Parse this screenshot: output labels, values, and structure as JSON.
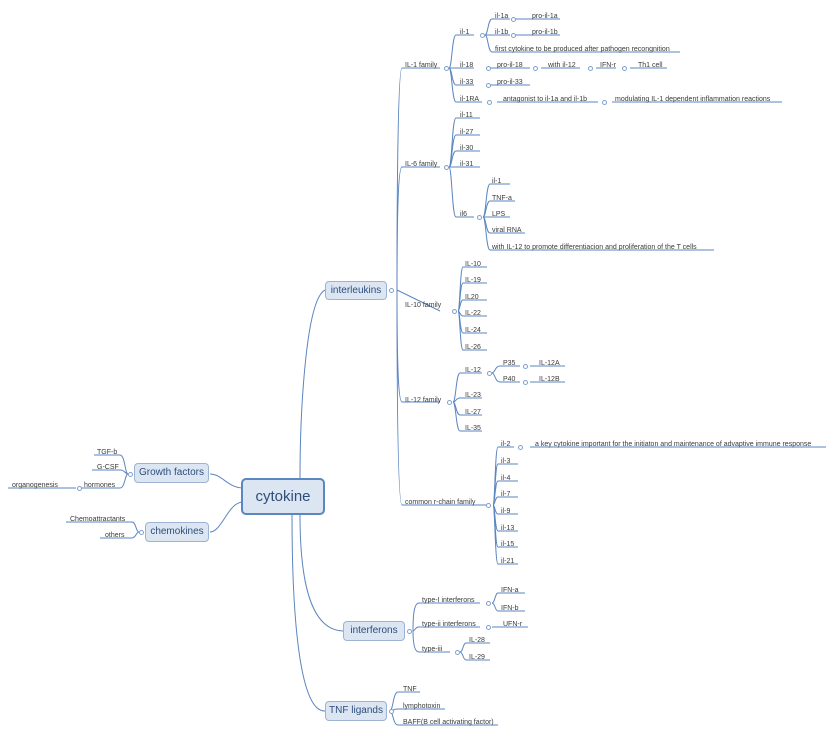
{
  "root": "cytokine",
  "interleukins": {
    "label": "interleukins",
    "il1_family": {
      "label": "IL-1 family",
      "il1": {
        "label": "il-1",
        "il1a": "il-1a",
        "pro_il1a": "pro-il-1a",
        "il1b": "il-1b",
        "pro_il1b": "pro-il-1b",
        "note": "first cytokine to be produced after pathogen recongnition"
      },
      "il18": "il-18",
      "pro_il18": "pro-il-18",
      "with_il12": "with il-12",
      "ifn_r": "IFN-r",
      "th1": "Th1 cell",
      "il33": "il-33",
      "pro_il33": "pro-il-33",
      "il1ra": "il-1RA",
      "antagonist": "antagonist to  il-1a and il-1b",
      "modulating": "modulating IL-1 dependent inflammation reactions"
    },
    "il6_family": {
      "label": "IL-6 family",
      "il11": "il-11",
      "il27": "il-27",
      "il30": "il-30",
      "il31": "il-31",
      "il6": {
        "label": "il6",
        "il1": "il-1",
        "tnf": "TNF-a",
        "lps": "LPS",
        "viral": "viral RNA",
        "with": "with IL-12 to promote differentiacion and proliferation  of  the T cells"
      }
    },
    "il10_family": {
      "label": "IL-10 family",
      "items": [
        "IL-10",
        "IL-19",
        "IL20",
        "IL-22",
        "IL-24",
        "IL-26"
      ]
    },
    "il12_family": {
      "label": "IL-12 family",
      "il12": "IL-12",
      "p35": "P35",
      "il12a": "IL-12A",
      "p40": "P40",
      "il12b": "IL-12B",
      "il23": "IL-23",
      "il27": "IL-27",
      "il35": "IL-35"
    },
    "common": {
      "label": "common r-chain family",
      "il2": "il-2",
      "il2_note": "a key cytokine important for the initiaton and maintenance of advaptive immune response",
      "items": [
        "il-3",
        "il-4",
        "il-7",
        "il-9",
        "il-13",
        "il-15",
        "il-21"
      ]
    }
  },
  "interferons": {
    "label": "interferons",
    "type1": "type-I interferons",
    "ifna": "IFN-a",
    "ifnb": "IFN-b",
    "type2": "type-ii  interferons",
    "ufnr": "UFN-r",
    "type3": "type-iii",
    "il28": "IL-28",
    "il29": "IL-29"
  },
  "tnf": {
    "label": "TNF ligands",
    "tnf": "TNF",
    "lympho": "lymphotoxin",
    "baff": "BAFF(B cell activating factor)"
  },
  "growth": {
    "label": "Growth factors",
    "tgfb": "TGF-b",
    "gcsf": "G-CSF",
    "hormones": "hormones",
    "organo": "organogenesis"
  },
  "chemokines": {
    "label": "chemokines",
    "chemo": "Chemoattractants",
    "others": "others"
  }
}
